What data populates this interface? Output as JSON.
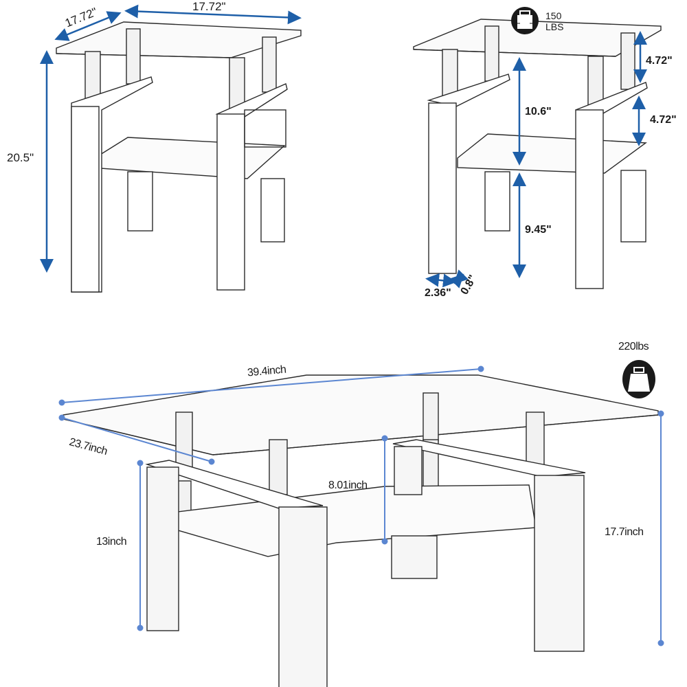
{
  "colors": {
    "dimension_dark_blue": "#1e5fa8",
    "dimension_light_blue": "#5b86d1",
    "outline": "#2a2a2a",
    "icon_fill": "#1a1a1a"
  },
  "end_table_left": {
    "width_label": "17.72\"",
    "depth_label": "17.72\"",
    "height_label": "20.5\""
  },
  "end_table_right": {
    "load_value": "150",
    "load_unit": "LBS",
    "top_to_frame_label": "4.72\"",
    "frame_to_shelf_label": "4.72\"",
    "top_to_shelf_label": "10.6\"",
    "shelf_to_floor_label": "9.45\"",
    "leg_width_label": "2.36\"",
    "leg_depth_label": "0.8\""
  },
  "coffee_table": {
    "load_label": "220lbs",
    "length_label": "39.4inch",
    "depth_label": "23.7inch",
    "shelf_height_label": "13inch",
    "shelf_clearance_label": "8.01inch",
    "total_height_label": "17.7inch"
  }
}
